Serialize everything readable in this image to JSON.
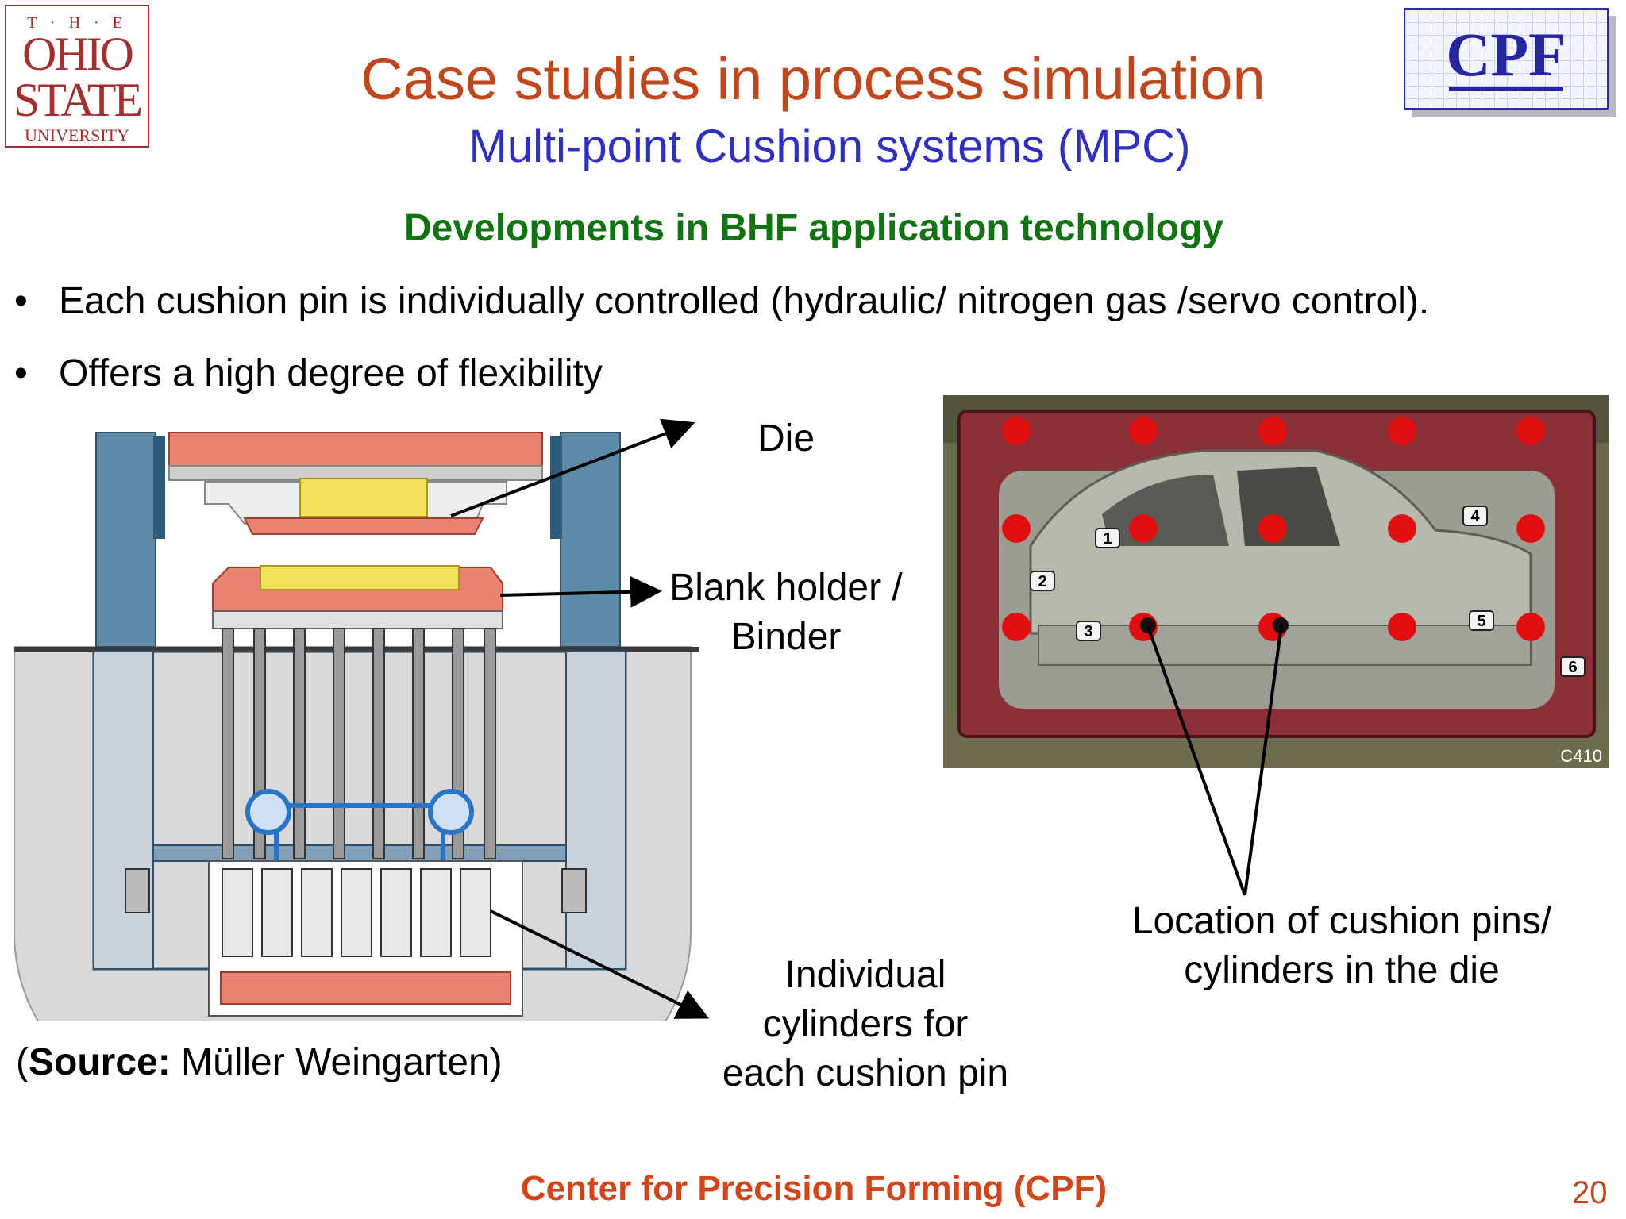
{
  "logo_left": {
    "line1": "T · H · E",
    "line2": "OHIO",
    "line3": "STATE",
    "line4": "UNIVERSITY"
  },
  "logo_right": {
    "text": "CPF"
  },
  "title": "Case studies in process simulation",
  "subtitle": "Multi-point Cushion systems (MPC)",
  "section_heading": "Developments in BHF application technology",
  "bullets": [
    "Each cushion pin is individually controlled (hydraulic/ nitrogen gas /servo control).",
    "Offers a high degree of flexibility"
  ],
  "bullet_char": "•",
  "labels": {
    "die": "Die",
    "binder_line1": "Blank holder /",
    "binder_line2": "Binder",
    "cylinders_line1": "Individual",
    "cylinders_line2": "cylinders for",
    "cylinders_line3": "each cushion pin",
    "pins_line1": "Location of cushion pins/",
    "pins_line2": "cylinders in the die"
  },
  "source": {
    "prefix": "(",
    "bold": "Source:",
    "rest": " Müller Weingarten)"
  },
  "photo": {
    "markers": [
      "1",
      "2",
      "3",
      "4",
      "5",
      "6"
    ],
    "code": "C410"
  },
  "footer": "Center for Precision Forming (CPF)",
  "page_number": "20",
  "colors": {
    "title": "#c0461b",
    "subtitle": "#3030c0",
    "heading": "#127312",
    "footer": "#d2451b",
    "pin_marker": "#e01010"
  }
}
